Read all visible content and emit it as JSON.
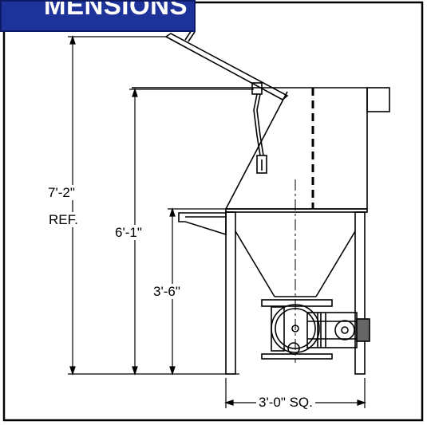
{
  "title": "MENSIONS",
  "dimensions": {
    "overall_height": "7'-2\"",
    "overall_height_note": "REF.",
    "body_height": "6'-1\"",
    "leg_height": "3'-6\"",
    "width": "3'-0\" SQ."
  },
  "colors": {
    "title_background": "#1e3399",
    "title_text": "#ffffff",
    "line": "#000000",
    "background": "#ffffff"
  }
}
